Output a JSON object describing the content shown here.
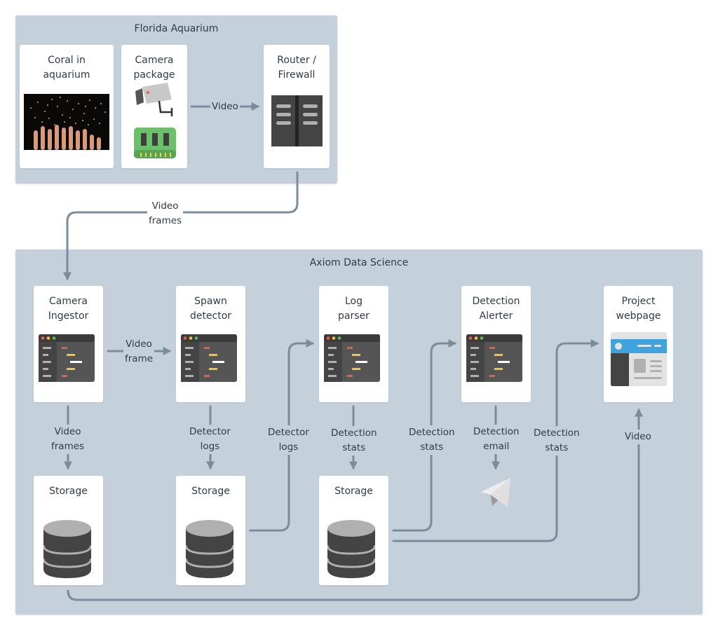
{
  "groups": {
    "florida": {
      "title": "Florida Aquarium"
    },
    "axiom": {
      "title": "Axiom Data Science"
    }
  },
  "nodes": {
    "coral": {
      "title": "Coral in\naquarium",
      "icon": "coral-photo"
    },
    "camera": {
      "title": "Camera\npackage",
      "icon": "security-camera-icon"
    },
    "router": {
      "title": "Router /\nFirewall",
      "icon": "server-rack-icon"
    },
    "ingestor": {
      "title": "Camera\nIngestor",
      "icon": "code-window-icon"
    },
    "spawn": {
      "title": "Spawn\ndetector",
      "icon": "code-window-icon"
    },
    "logparser": {
      "title": "Log\nparser",
      "icon": "code-window-icon"
    },
    "alerter": {
      "title": "Detection\nAlerter",
      "icon": "code-window-icon"
    },
    "webpage": {
      "title": "Project\nwebpage",
      "icon": "webpage-icon"
    },
    "storage1": {
      "title": "Storage",
      "icon": "database-icon"
    },
    "storage2": {
      "title": "Storage",
      "icon": "database-icon"
    },
    "storage3": {
      "title": "Storage",
      "icon": "database-icon"
    },
    "email": {
      "icon": "paper-plane-icon"
    }
  },
  "edges": {
    "camera_router": "Video",
    "router_ingestor": "Video\nframes",
    "ingestor_spawn": "Video\nframe",
    "ingestor_storage": "Video\nframes",
    "spawn_storage": "Detector\nlogs",
    "storage2_logparser": "Detector\nlogs",
    "logparser_storage": "Detection\nstats",
    "storage3_alerter": "Detection\nstats",
    "alerter_email": "Detection\nemail",
    "storage3_webpage": "Detection\nstats",
    "storage1_webpage": "Video"
  },
  "colors": {
    "group_bg": "#c4d0da",
    "wire": "#7b8c9c",
    "text": "#2f3b48",
    "dark_icon": "#444444",
    "accent_blue": "#3fa3de",
    "board_green": "#6cc06a"
  }
}
